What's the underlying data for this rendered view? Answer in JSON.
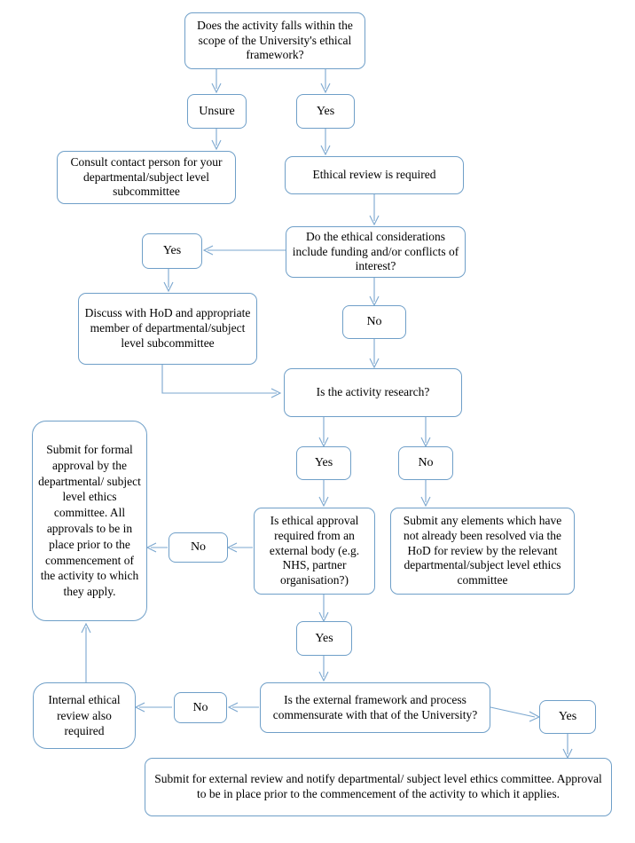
{
  "diagram": {
    "title": "University ethical review decision flowchart",
    "accent_color": "#7ba7cf",
    "border_color": "#6f9fc8",
    "text_color": "#000000",
    "background_color": "#ffffff",
    "nodes": {
      "scope_question": "Does the activity falls within the scope of the University's ethical framework?",
      "unsure": "Unsure",
      "yes_scope": "Yes",
      "consult_contact": "Consult contact person for your departmental/subject level subcommittee",
      "ethical_review_required": "Ethical review is required",
      "considerations_question": "Do the ethical considerations include funding and/or conflicts of interest?",
      "yes_considerations": "Yes",
      "no_considerations": "No",
      "discuss_hod": "Discuss with HoD and appropriate member of departmental/subject level subcommittee",
      "research_question": "Is the activity research?",
      "yes_research": "Yes",
      "no_research": "No",
      "submit_formal_approval": "Submit for formal approval by the departmental/ subject level ethics committee. All approvals to be in place prior to the commencement of the activity to which they apply.",
      "no_external": "No",
      "external_body_question": "Is ethical approval required from an external body (e.g. NHS, partner organisation?)",
      "submit_any_elements": "Submit any elements which have not already been resolved via the HoD for review by the relevant departmental/subject level ethics committee",
      "yes_external": "Yes",
      "internal_review": "Internal ethical review also required",
      "no_commensurate": "No",
      "commensurate_question": "Is the external framework and process commensurate with that of the University?",
      "yes_commensurate": "Yes",
      "submit_external_review": "Submit for external review and notify departmental/ subject level ethics committee. Approval to be in place prior to the commencement of the activity to which it applies."
    }
  }
}
